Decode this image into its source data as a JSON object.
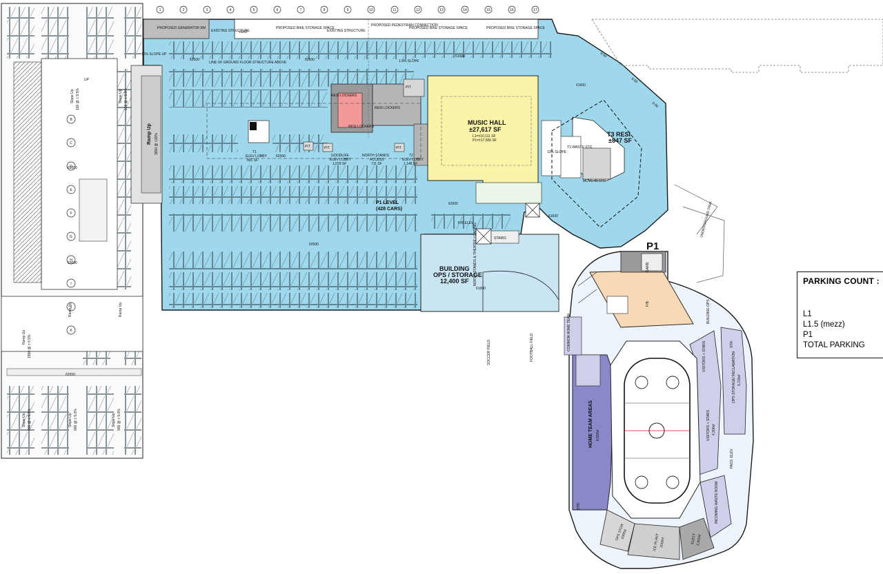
{
  "top_labels": {
    "generator": "PROPOSED GENERATOR RM",
    "existing_1": "EXISTING STRUCTURE",
    "existing_2": "EXISTING STRUCTURE",
    "vent": "VENT",
    "bike_1": "PROPOSED BIKE STORAGE SPACE",
    "bike_2": "PROPOSED BIKE STORAGE SPACE",
    "bike_3": "PROPOSED BIKE STORAGE SPACE",
    "pedestrian": "PROPOSED PEDESTRIAN CONNECTION"
  },
  "plan_notes": {
    "slope_up_15": "15% SLOPE UP",
    "slope_19": "1.9% SLOPE",
    "ground_floor_line": "LINE OF GROUND FLOOR STRUCTURE ABOVE",
    "slope_up_13": "13% SLOPE",
    "ramp_up": "Ramp Up",
    "ramp_up_grade": "3850 @ ±15%"
  },
  "elevations": [
    "62500",
    "62500",
    "62500",
    "62500",
    "62500",
    "61600",
    "61600",
    "61600",
    "61600",
    "62050",
    "63600",
    "62000"
  ],
  "rooms": {
    "p1_level": "P1 LEVEL",
    "p1_cars": "(428 CARS)",
    "t1_lobby": "T1",
    "t1_lobby_name": "ELEV LOBBY",
    "t1_lobby_area": "891 SF",
    "goodlife": "GOODLIFE",
    "goodlife_name": "ELEV LOBBY",
    "goodlife_area": "1,029 SF",
    "north_stands": "NORTH STANDS",
    "north_stands_name": "ACCESS",
    "north_stands_area": "711 SF",
    "t2_lobby": "T2",
    "t2_lobby_name": "ELEV LOBBY",
    "t2_lobby_area": "1,146 SF",
    "music_hall": "MUSIC HALL",
    "music_hall_area": "±27,617 SF",
    "music_hall_l1": "L1=±10,111 SF",
    "music_hall_p1": "P1=±17,506 SF",
    "t3_resi": "T3 RESI",
    "t3_resi_area": "±847 SF",
    "t3_waste": "T3 WASTE STG",
    "movein": "MOVE-IN STG",
    "resi_lockers": "RESI LOCKERS",
    "pit": "PIT",
    "building_ops": "BUILDING",
    "building_ops_2": "OPS / STORAGE",
    "building_ops_area": "12,400 SF",
    "north_stands_loading": "NORTH STANDS & THEATRE LOADING",
    "fire_elev": "F/R ELEV",
    "stairs": "STAIRS",
    "p1_arena": "P1",
    "underground_tank": "UNDERGROUND TANK",
    "soccer_field": "SOCCER FIELD",
    "football_field": "FOOTBALL FIELD",
    "common_home_team": "COMMON HOME TEAM",
    "home_team_areas": "HOME TEAM AREAS",
    "home_team_area_sf": "8,550sf",
    "visitors_stars": "VISITORS + STARS",
    "visitors_stars_sf": "4,300sf",
    "visitors_stars_2": "VISITORS + STARS",
    "ops_storage": "OPS STORAGE/ RECLAMATION",
    "ops_storage_sf": "5,700sf",
    "incoming_waste": "INCOMING WASTE ROOM",
    "ice_plant": "ICE PLANT",
    "ice_plant_sf": "2000sf",
    "elect": "ELECT",
    "elect_sf": "2,900sf",
    "ops_stor": "OPS STOR",
    "ops_stor_sf": "1000sf",
    "pass_elev": "PASS. ELEV.",
    "str": "STR.",
    "garb": "GARB.",
    "fb": "F/B",
    "building_ops_arena": "BUILDING OPS"
  },
  "ramps": {
    "slope_up_1": "Slope Up",
    "slope_up_1_grade": "100 @ ± 9.5%",
    "slope_up_2": "Slope Up",
    "slope_up_2_grade": "100 @ ± 9.5%",
    "ramp_up_1": "Ramp Up",
    "ramp_up_1_grade": "1550 @ ± 6.5%",
    "ramp_up_2": "Ramp Up",
    "slope_up_3": "Slope Up",
    "slope_up_3_grade": "900 @ ± 5.0%",
    "slope_up_4": "Slope Up",
    "slope_up_4_grade": "900 @ ± 5.0%",
    "slope_up_5": "Slope Up",
    "slope_up_5_grade": "900 @ ± 5.0%",
    "up": "UP"
  },
  "grid_rows": [
    "B",
    "C",
    "D",
    "E",
    "F",
    "G",
    "H",
    "I",
    "J",
    "K"
  ],
  "grid_cols": [
    "1",
    "2",
    "3",
    "4",
    "5",
    "6",
    "7",
    "8",
    "9",
    "10",
    "11",
    "12",
    "13",
    "14",
    "15",
    "16",
    "17"
  ],
  "dimension_note": "9.00",
  "parking_count": {
    "title": "PARKING COUNT :",
    "rows": [
      "L1",
      "L1.5 (mezz)",
      "P1",
      "TOTAL PARKING"
    ]
  },
  "colors": {
    "parking": "#9fd8ec",
    "music_hall": "#fbf3a8",
    "home_team": "#8a88c8",
    "visitors": "#cfcfe9",
    "arena_orange": "#f8d9b6",
    "locker_red": "#f29a9a",
    "grey_core": "#a9a9a9",
    "ops_blue": "#c9e5f4"
  }
}
